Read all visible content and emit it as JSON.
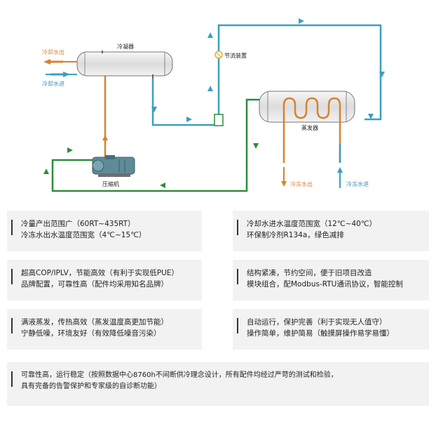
{
  "diagram": {
    "condenser_label": "冷凝器",
    "cooling_water_out": "冷却水出",
    "cooling_water_in": "冷却水进",
    "throttle_label": "节流装置",
    "evaporator_label": "蒸发器",
    "compressor_label": "压缩机",
    "chilled_water_out": "冷冻水出",
    "chilled_water_in": "冷冻水进",
    "colors": {
      "orange": "#d9822b",
      "blue": "#3a9fc0",
      "green": "#2e8b3a",
      "vessel": "#e8e8e8"
    }
  },
  "features": [
    {
      "lines": [
        "冷量产出范围广（60RT~435RT）",
        "冷冻水出水温度范围宽（4℃~15℃）"
      ]
    },
    {
      "lines": [
        "冷却水进水温度范围宽（12℃~40℃）",
        "环保制冷剂R134a，绿色减排"
      ]
    },
    {
      "lines": [
        "超高COP/IPLV，节能高效（有利于实现低PUE）",
        "品牌配置，可靠性高（配件均采用知名品牌）"
      ]
    },
    {
      "lines": [
        "结构紧凑，节约空间，便于旧项目改造",
        "模块组合，配Modbus-RTU通讯协议，智能控制"
      ]
    },
    {
      "lines": [
        "满液蒸发，传热高效（蒸发温度高更加节能）",
        "宁静低噪，环境友好（有效降低噪音污染）"
      ]
    },
    {
      "lines": [
        "自动运行，保护完善（利于实现无人值守）",
        "操作简单，维护简易（触摸屏操作易学易懂）"
      ]
    },
    {
      "lines": [
        "可靠性高，运行稳定（按照数据中心8760h不间断供冷理念设计，所有配件均经过严苛的测试和检验，",
        "具有完备的告警保护和专家级的自诊断功能）"
      ]
    }
  ]
}
